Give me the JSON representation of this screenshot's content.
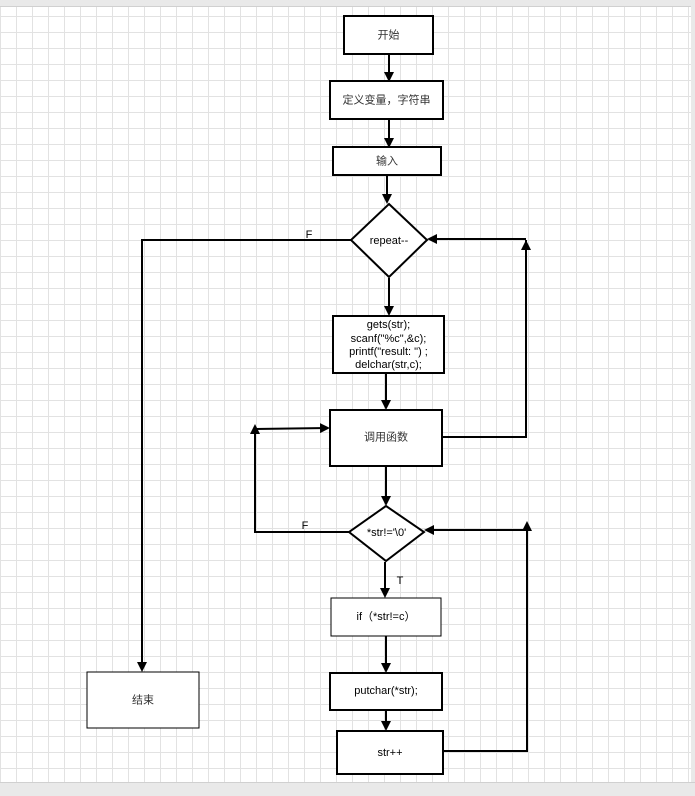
{
  "nodes": {
    "start": "开始",
    "define": "定义变量，字符串",
    "input": "输入",
    "repeat": "repeat--",
    "process": [
      "gets(str);",
      "scanf(\"%c\",&c);",
      "printf(\"result: \") ;",
      "delchar(str,c);"
    ],
    "call": "调用函数",
    "cond_str": "*str!='\\0'",
    "if": "if（*str!=c）",
    "putchar": "putchar(*str);",
    "inc": "str++",
    "end": "结束"
  },
  "edge_labels": {
    "repeat_false": "F",
    "str_false": "F",
    "str_true": "T"
  }
}
